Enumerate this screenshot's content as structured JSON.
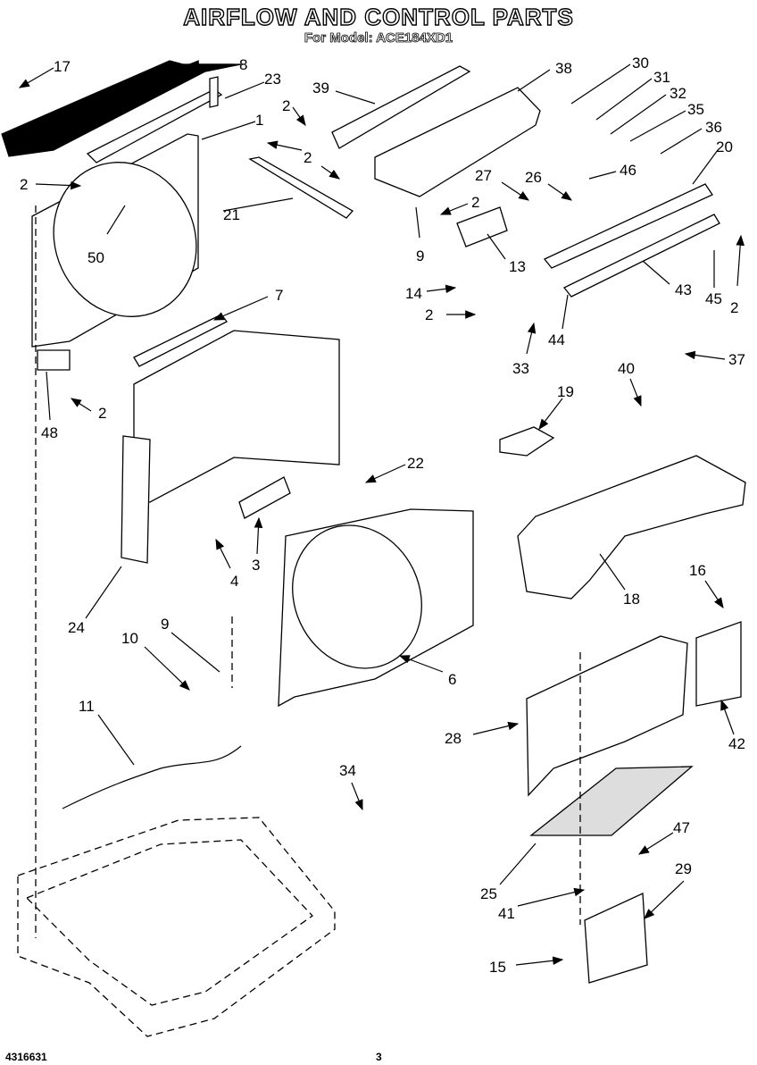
{
  "header": {
    "title": "AIRFLOW AND CONTROL PARTS",
    "subtitle": "For Model: ACE184XD1"
  },
  "footer": {
    "doc_number": "4316631",
    "page_number": "3"
  },
  "callouts": {
    "c17": "17",
    "c8": "8",
    "c23": "23",
    "c1": "1",
    "c2a": "2",
    "c2b": "2",
    "c2c": "2",
    "c2d": "2",
    "c2e": "2",
    "c2f": "2",
    "c2g": "2",
    "c39": "39",
    "c38": "38",
    "c30": "30",
    "c31": "31",
    "c32": "32",
    "c35": "35",
    "c36": "36",
    "c20": "20",
    "c46": "46",
    "c27": "27",
    "c26": "26",
    "c21": "21",
    "c50": "50",
    "c9a": "9",
    "c13": "13",
    "c14": "14",
    "c33": "33",
    "c44": "44",
    "c43": "43",
    "c45": "45",
    "c37": "37",
    "c7": "7",
    "c40": "40",
    "c48": "48",
    "c19": "19",
    "c22": "22",
    "c18": "18",
    "c3": "3",
    "c4": "4",
    "c24": "24",
    "c16": "16",
    "c10": "10",
    "c9b": "9",
    "c6": "6",
    "c11": "11",
    "c28": "28",
    "c42": "42",
    "c34": "34",
    "c47": "47",
    "c29": "29",
    "c25": "25",
    "c41": "41",
    "c15": "15"
  }
}
